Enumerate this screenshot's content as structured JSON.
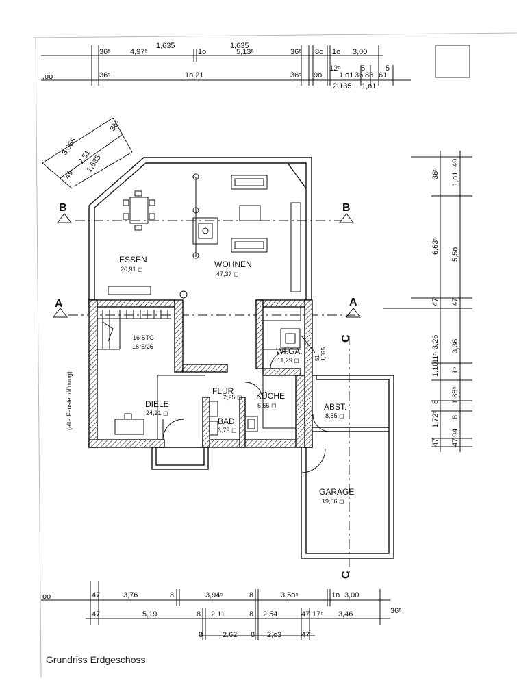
{
  "rooms": {
    "essen": {
      "name": "ESSEN",
      "area": "26,91 ◻"
    },
    "wohnen": {
      "name": "WOHNEN",
      "area": "47,37 ◻"
    },
    "stairs": {
      "name": "16 STG",
      "area": "18⁷5/26"
    },
    "diele": {
      "name": "DIELE",
      "area": "24,21 ◻"
    },
    "flur": {
      "name": "FLUR",
      "area": "2,25 ◻"
    },
    "bad": {
      "name": "BAD",
      "area": "3,79 ◻"
    },
    "kueche": {
      "name": "KÜCHE",
      "area": "6,65 ◻"
    },
    "wiga": {
      "name": "WI.GA.",
      "area": "11,29 ◻"
    },
    "abst": {
      "name": "ABST.",
      "area": "8,85 ◻"
    },
    "garage": {
      "name": "GARAGE",
      "area": "19,66 ◻"
    }
  },
  "notes": {
    "old_window": "(alte Fenster öffnung)"
  },
  "section_marks": {
    "a": "A",
    "b": "B",
    "c": "C"
  },
  "dims": {
    "top1": [
      "36⁵",
      "4,97⁵",
      "1,635",
      "1o",
      "1,635",
      "5,13⁵",
      "36⁵",
      "8o",
      "1o",
      "3,00"
    ],
    "top2": [
      ",oo",
      "36⁵",
      "1o,21",
      "36⁵",
      "9o",
      "12⁵",
      "1,o1",
      "36",
      "88",
      "5",
      "61",
      "5",
      "2,135",
      "1,o1"
    ],
    "diag": [
      "3,365",
      "36⁵",
      "49",
      "2,51",
      "1,635"
    ],
    "right": [
      "36⁵",
      "1,o1",
      "49",
      "6,63⁵",
      "5,5o",
      "47",
      "47",
      "3,26",
      "3,36",
      "1,10",
      "11⁵",
      "1⁵",
      "8",
      "1,88⁵",
      "1,72⁵",
      "8",
      "94",
      "47",
      "47"
    ],
    "bottom1": [
      "oo",
      "47",
      "3,76",
      "8",
      "3,94⁵",
      "8",
      "3,5o⁵",
      "1o",
      "3,00"
    ],
    "bottom2": [
      "47",
      "5,19",
      "8",
      "2,11",
      "8",
      "2,54",
      "47",
      "17⁵",
      "3,46",
      "36⁵"
    ],
    "bottom3": [
      "8",
      "2.62",
      "8",
      "2,o3",
      "47"
    ],
    "misc": [
      "51",
      "1,875"
    ]
  },
  "caption": "Grundriss Erdgeschoss"
}
